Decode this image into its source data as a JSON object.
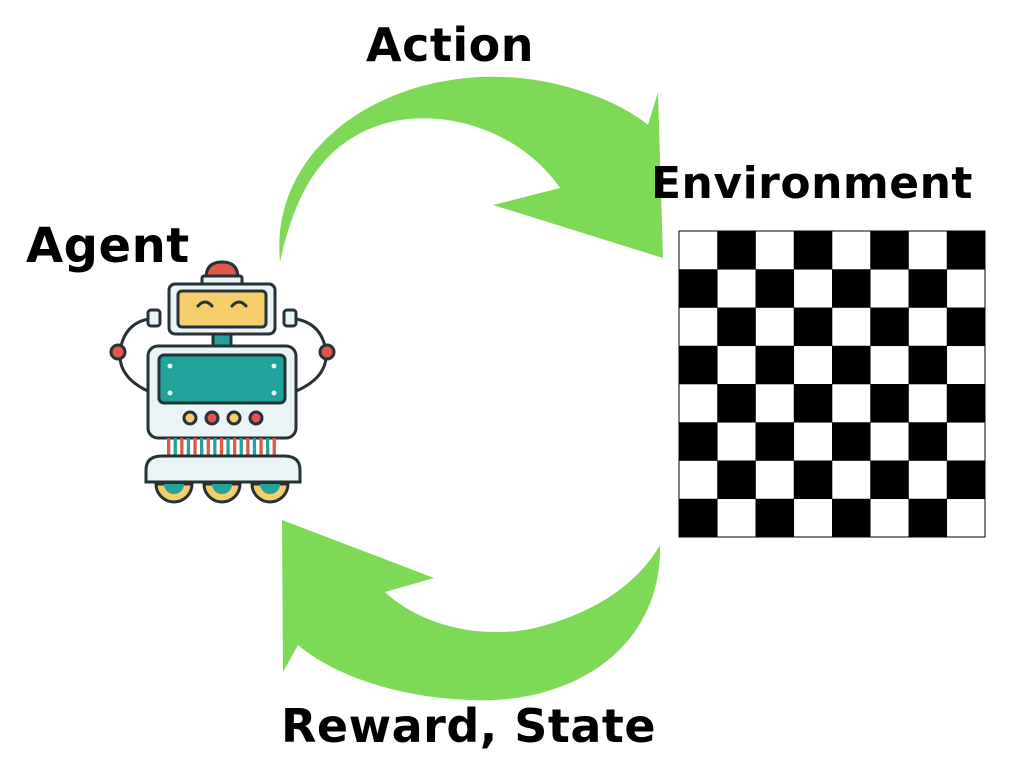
{
  "labels": {
    "action": "Action",
    "environment": "Environment",
    "agent": "Agent",
    "feedback": "Reward, State"
  },
  "colors": {
    "arrow": "#7ED957",
    "board_dark": "#000000",
    "board_light": "#FFFFFF",
    "robot_screen": "#F6CD6C",
    "robot_body": "#EAF4F4",
    "robot_panel": "#1FA39B",
    "robot_red": "#E2574C",
    "robot_outline": "#263238"
  },
  "icons": {
    "agent": "robot-icon",
    "environment": "checkerboard-icon"
  },
  "environment_board": {
    "rows": 8,
    "cols": 8
  }
}
